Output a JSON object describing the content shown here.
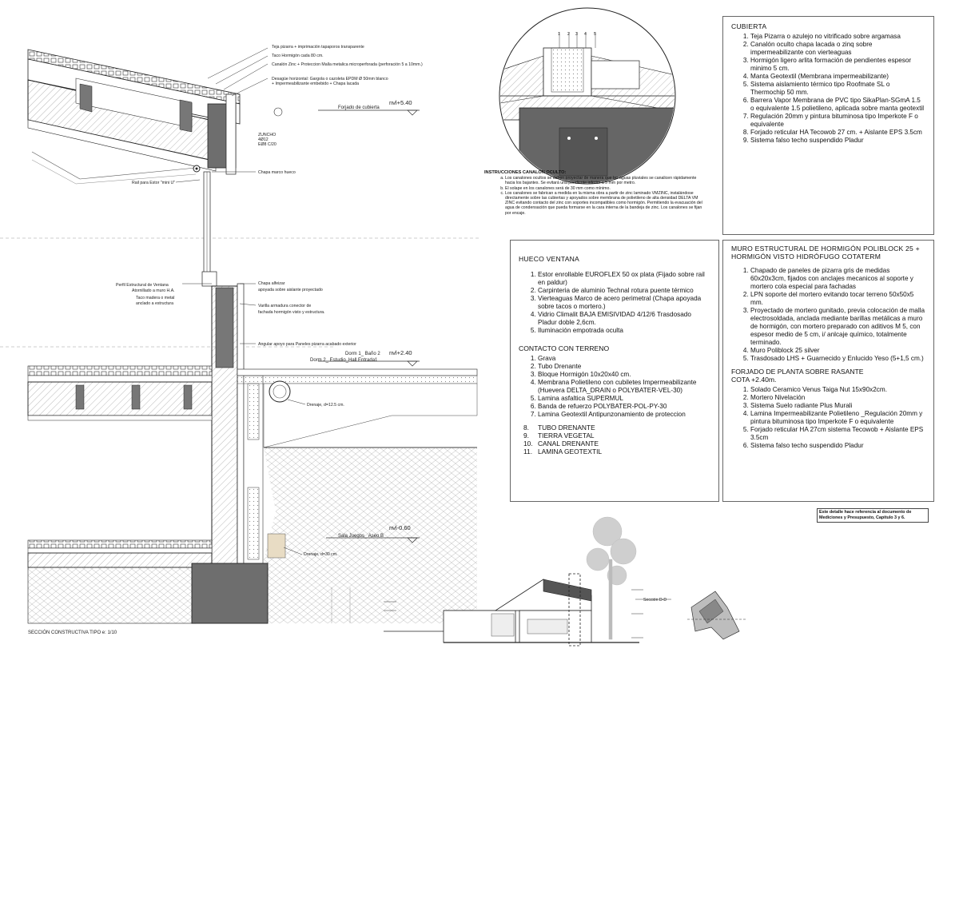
{
  "cubierta": {
    "title": "CUBIERTA",
    "items": [
      "Teja Pizarra o azulejo no vitrificado sobre argamasa",
      "Canalón oculto chapa lacada o zinq sobre impermeabilizante con vierteaguas",
      "Hormigón ligero arlita formación de pendientes  espesor minimo 5 cm.",
      "Manta Geotextil (Membrana impermeabilizante)",
      "Sistema aislamiento térmico tipo Roofmate SL o Thermochip 50 mm.",
      "Barrera Vapor Membrana de PVC tipo SikaPlan-SGmA 1.5 o equivalente 1.5 polietileno, aplicada sobre manta geotextil",
      "Regulación 20mm y pintura bituminosa tipo Imperkote F o equivalente",
      "Forjado reticular HA Tecowob 27 cm. + Aislante EPS 3.5cm",
      "Sistema falso techo suspendido Pladur"
    ]
  },
  "hueco": {
    "title": "HUECO VENTANA",
    "items": [
      "Estor enrollable EUROFLEX 50 ox plata (Fijado sobre rail en paldur)",
      "Carpinteria de aluminio Technal rotura puente térmico",
      "Vierteaguas Marco de acero perimetral (Chapa apoyada sobre tacos o mortero.)",
      "Vidrio Climalit  BAJA EMISIVIDAD 4/12/6 Trasdosado Pladur doble 2,6cm.",
      "Iluminación empotrada oculta"
    ],
    "contacto_title": "CONTACTO CON TERRENO",
    "contacto_items": [
      "Grava",
      "Tubo Drenante",
      "Bloque Hormigón 10x20x40 cm.",
      "Membrana Polietileno con cubiletes Impermeabilizante (Huevera DELTA_DRAIN o POLYBATER-VEL-30)",
      "Lamina asfaltica SUPERMUL",
      "Banda de refuerzo POLYBATER-POL-PY-30",
      "Lamina Geotextil Antipunzonamiento de proteccion"
    ],
    "contacto_extra": [
      {
        "n": "8.",
        "label": "TUBO DRENANTE"
      },
      {
        "n": "9.",
        "label": "TIERRA VEGETAL"
      },
      {
        "n": "10.",
        "label": "CANAL DRENANTE"
      },
      {
        "n": "11.",
        "label": "LAMINA GEOTEXTIL"
      }
    ]
  },
  "muro": {
    "title": "MURO ESTRUCTURAL DE HORMIGÓN POLIBLOCK 25 + HORMIGÓN VISTO HIDRÓFUGO COTATERM",
    "items": [
      "Chapado de paneles de pizarra gris de medidas 60x20x3cm, fijados con anclajes mecanicos al soporte y mortero cola especial para fachadas",
      "LPN soporte del mortero evitando tocar terreno 50x50x5 mm.",
      "Proyectado de mortero gunitado, previa colocación de malla electrosoldada, anclada mediante barillas metálicas a muro de hormigón, con mortero preparado con aditivos M 5, con espesor medio de 5 cm, i/ anlcaje químico, totalmente terminado.",
      "Muro Poliblock 25 silver",
      "Trasdosado LHS + Guarnecido y Enlucido Yeso (5+1,5 cm.)"
    ],
    "forjado_title": "FORJADO DE PLANTA SOBRE RASANTE COTA +2.40m.",
    "forjado_items": [
      "Solado Ceramico Venus Taiga Nut 15x90x2cm.",
      "Mortero Nivelación",
      "Sistema Suelo radiante Plus Murali",
      "Lamina Impermeabilizante Polietileno _Regulación 20mm y pintura bituminosa tipo Imperkote F o equivalente",
      "Forjado reticular HA 27cm sistema Tecowob + Aislante EPS 3.5cm",
      "Sistema falso techo suspendido Pladur"
    ]
  },
  "instrucciones": {
    "title": "INSTRUCCIONES CANALÓN OCULTO:",
    "items": [
      "Los canalones ocultos se deben proyectar de manera que las aguas pluviales se canalicen rápidamente hacia los bajantes. Se evitará una pendiente inferior a 5 mm por metro.",
      "El solape en los canalones será de 30 mm como mínimo.",
      "Los canalones se fabrican a medida en la misma obra a partir de zinc laminado VMZINC, instalándose directamente sobre las cubiertas y apoyados sobre membrana de polietileno de alta densidad DELTA VM ZINC evitando contacto del zinc con soportes incompatibles como hormigón. Permitiendo la evacuación del agua de condensación que pueda formarse en la cara interna de la bandeja de zinc. Los canalones se fijan por encaje."
    ]
  },
  "note": "Este detalle hace referencia al documento de Mediciones y Presupuesto, Capitulo 3 y 6.",
  "section": {
    "roof_labels": [
      "Teja pizarra + imprimación tapaporos transparente",
      "Taco Hormigón cada 80 cm.",
      "Canalón Zinc + Proteccion Malla metalica microperforada (perforación 5 a 10mm.)",
      "Desagüe horizontal: Gargola o cazoleta EPDM Ø 50mm blanco",
      "+ Impermeabilizante embebido + Chapa lacada"
    ],
    "zuncho": [
      "ZUNCHO",
      "4Ø12",
      "EØ8 C/20"
    ],
    "level_540": "nvl+5.40",
    "forjado_cubierta": "Forjado de cubierta",
    "chapa_marco": "Chapa marco hueco",
    "rail": "Rail para Estor \"mini U\"",
    "perfil": [
      "Perfil Estructural de Ventana",
      "Atornillado a muro H.A.",
      "Taco madera o metal",
      "anclado a estructura"
    ],
    "chapa_alfeizar": [
      "Chapa alfeizar",
      "apoyada sobre aislante proyectado"
    ],
    "varilla": [
      "Varilla armadura conector de",
      "fachada hormigón visto y estructura."
    ],
    "angular": "Angular apoyo para Paneles pizarra acabado exterior",
    "level_240": "nvl+2.40",
    "dorm1": "Dorm 1_ Baño 2",
    "dorm2": "Dorm 2_ Estudio_Hall Entrada1",
    "drenaje1": "Drenaje, d=12.5 cm.",
    "level_060": "nvl-0.60",
    "sala": "Sala Juegos_ Aseo B",
    "drenaje2": "Drenaje, d=30 cm.",
    "caption": "SECCIÓN  CONSTRUCTIVA  TIPO  e: 1/10",
    "circle_numbers": [
      "1",
      "2",
      "3",
      "4",
      "5"
    ],
    "seccion_dd": "Sección D-D"
  },
  "colors": {
    "line": "#222222",
    "hatch": "#8a8a8a",
    "concrete": "#7a7a7a",
    "earth": "#d9d9d9",
    "accent_sand": "#e8dcc4"
  }
}
